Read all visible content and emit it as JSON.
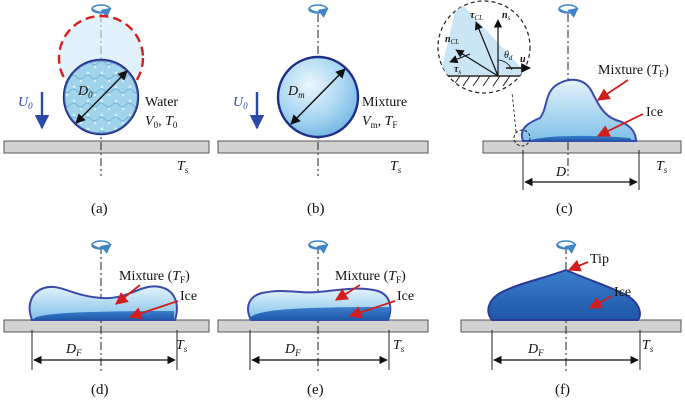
{
  "colors": {
    "substrate_fill": "#d2d2d2",
    "drop_fill_light": "#d6ecf8",
    "drop_fill_mid": "#8fc9ec",
    "drop_outline": "#3a4aa8",
    "ice_fill": "#2f6fbf",
    "ice_dark": "#1f57a8",
    "arrow_blue": "#2b4aa8",
    "arrow_red": "#d41e1e",
    "dashed_red": "#d81e1e",
    "rotation_blue": "#3f86c9"
  },
  "icons": [
    "rotation-arrow-icon",
    "velocity-arrow-icon",
    "annotation-arrow-icon"
  ],
  "panels": {
    "a": {
      "caption": "(a)",
      "diameter": "D",
      "diameter_sub": "0",
      "velocity": "U",
      "velocity_sub": "0",
      "name": "Water",
      "params_v": "V",
      "params_v_sub": "0",
      "params_sep": ", ",
      "params_t": "T",
      "params_t_sub": "0",
      "surface_t": "T",
      "surface_t_sub": "s"
    },
    "b": {
      "caption": "(b)",
      "diameter": "D",
      "diameter_sub": "m",
      "velocity": "U",
      "velocity_sub": "0",
      "name": "Mixture",
      "params_v": "V",
      "params_v_sub": "m",
      "params_sep": ", ",
      "params_t": "T",
      "params_t_sub": "F",
      "surface_t": "T",
      "surface_t_sub": "s"
    },
    "c": {
      "caption": "(c)",
      "mixture_label": "Mixture (",
      "mixture_t": "T",
      "mixture_t_sub": "F",
      "mixture_close": ")",
      "ice_label": "Ice",
      "diameter": "D",
      "surface_t": "T",
      "surface_t_sub": "s",
      "inset": {
        "tau": "τ",
        "tau_cl_sub": "CL",
        "n": "n",
        "n_s_sub": "s",
        "n_cl_sub": "CL",
        "tau_s_sub": "s",
        "theta": "θ",
        "theta_sub": "d",
        "u": "u"
      }
    },
    "d": {
      "caption": "(d)",
      "mixture_label": "Mixture (",
      "mixture_t": "T",
      "mixture_t_sub": "F",
      "mixture_close": ")",
      "ice_label": "Ice",
      "diameter": "D",
      "diameter_sub": "F",
      "surface_t": "T",
      "surface_t_sub": "s"
    },
    "e": {
      "caption": "(e)",
      "mixture_label": "Mixture (",
      "mixture_t": "T",
      "mixture_t_sub": "F",
      "mixture_close": ")",
      "ice_label": "Ice",
      "diameter": "D",
      "diameter_sub": "F",
      "surface_t": "T",
      "surface_t_sub": "s"
    },
    "f": {
      "caption": "(f)",
      "tip_label": "Tip",
      "ice_label": "Ice",
      "diameter": "D",
      "diameter_sub": "F",
      "surface_t": "T",
      "surface_t_sub": "s"
    }
  }
}
